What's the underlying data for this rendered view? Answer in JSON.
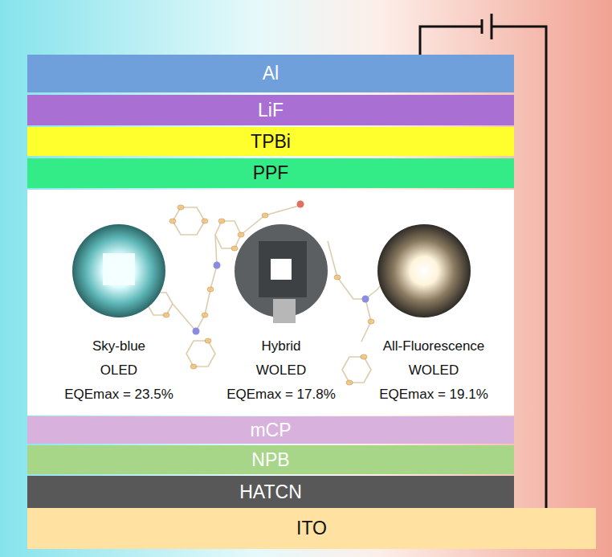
{
  "diagram": {
    "nodes": [
      {
        "text": [
          "Al"
        ]
      },
      {
        "text": [
          "LiF"
        ]
      },
      {
        "text": [
          "TPBi"
        ]
      },
      {
        "text": [
          "PPF"
        ]
      },
      {
        "text": [
          "Sky-blue OLED",
          "EQEmax = 23.5%"
        ]
      },
      {
        "text": [
          "Hybrid WOLED",
          "EQEmax = 17.8%"
        ]
      },
      {
        "text": [
          "All-Fluorescence WOLED",
          "EQEmax = 19.1%"
        ]
      },
      {
        "text": [
          "mCP"
        ]
      },
      {
        "text": [
          "NPB"
        ]
      },
      {
        "text": [
          "HATCN"
        ]
      },
      {
        "text": [
          "ITO"
        ]
      }
    ],
    "edges": [
      {
        "from": 0,
        "to": 10,
        "arrow": "none"
      }
    ]
  }
}
